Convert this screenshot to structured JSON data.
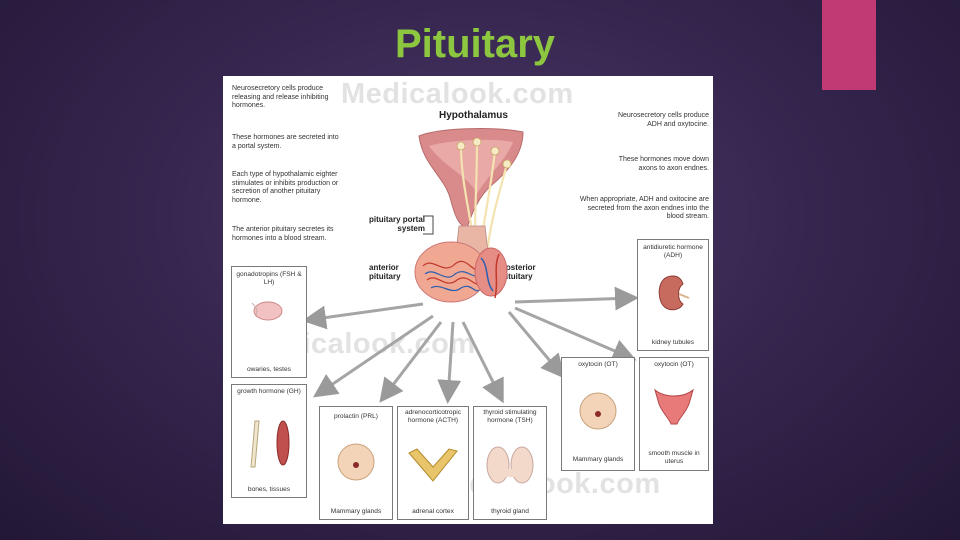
{
  "slide": {
    "title": "Pituitary",
    "accent_color": "#c23a74",
    "title_color": "#8dc63f",
    "background_color": "#33244c"
  },
  "figure": {
    "heading": "Hypothalamus",
    "left_notes": {
      "p1": "Neurosecretory cells produce releasing and release inhibiting hormones.",
      "p2": "These hormones are secreted into a portal system.",
      "p3": "Each type of hypothalamic eighter stimulates or inhibits production or secretion of another pituitary hormone.",
      "p4": "The anterior pituitary secretes its hormones into a blood stream."
    },
    "right_notes": {
      "p1": "Neurosecretory cells produce ADH and oxytocine.",
      "p2": "These hormones move down axons to axon endnes.",
      "p3": "When appropriate, ADH and oxitocine are secreted from the axon endnes into the blood stream."
    },
    "labels": {
      "portal_system": "pituitary portal system",
      "anterior": "anterior pituitary",
      "posterior": "posterior pituitary"
    },
    "boxes": {
      "gonadotropins": {
        "title": "gonadotropins (FSH & LH)",
        "target": "owaries, testes"
      },
      "growth": {
        "title": "growth hormone (GH)",
        "target": "bones, tissues"
      },
      "prolactin": {
        "title": "prolactin (PRL)",
        "target": "Mammary glands"
      },
      "acth": {
        "title": "adrenocorticotropic hormone (ACTH)",
        "target": "adrenal cortex"
      },
      "tsh": {
        "title": "thyroid stimulating hormone (TSH)",
        "target": "thyroid gland"
      },
      "oxytocin_glands": {
        "title": "oxytocin (OT)",
        "target": "Mammary glands"
      },
      "oxytocin_uterus": {
        "title": "oxytocin (OT)",
        "target": "smooth muscle in uterus"
      },
      "adh": {
        "title": "antidiuretic hormone (ADH)",
        "target": "kidney tubules"
      }
    },
    "watermark": "Medicalook.com"
  }
}
